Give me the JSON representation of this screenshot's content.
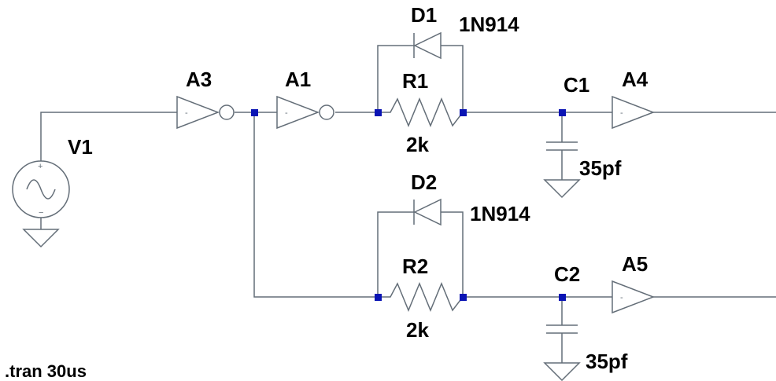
{
  "components": {
    "v1": {
      "ref": "V1"
    },
    "a3": {
      "ref": "A3"
    },
    "a1": {
      "ref": "A1"
    },
    "a4": {
      "ref": "A4"
    },
    "a5": {
      "ref": "A5"
    },
    "d1": {
      "ref": "D1",
      "value": "1N914"
    },
    "d2": {
      "ref": "D2",
      "value": "1N914"
    },
    "r1": {
      "ref": "R1",
      "value": "2k"
    },
    "r2": {
      "ref": "R2",
      "value": "2k"
    },
    "c1": {
      "ref": "C1",
      "value": "35pf"
    },
    "c2": {
      "ref": "C2",
      "value": "35pf"
    }
  },
  "directive": ".tran 30us",
  "colors": {
    "wire": "#646e78",
    "node": "#0a14b4",
    "text": "#000000"
  }
}
